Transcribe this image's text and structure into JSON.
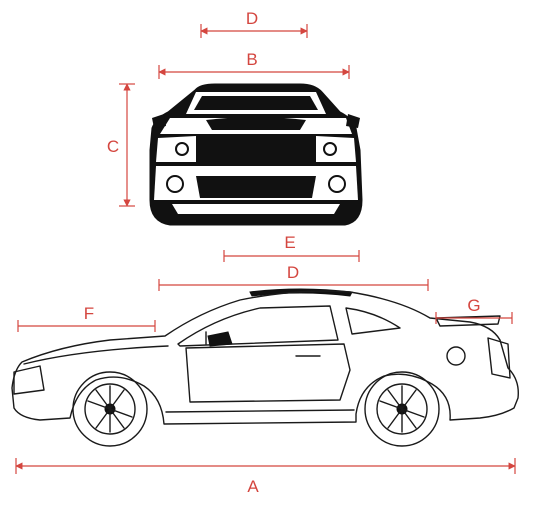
{
  "diagram": {
    "accent_color": "#d4463f",
    "line_color": "#1a1a1a",
    "labels": {
      "front_top_d": "D",
      "front_width_b": "B",
      "front_height_c": "C",
      "front_track_e": "E",
      "side_roof_d": "D",
      "side_hood_f": "F",
      "side_trunk_g": "G",
      "side_length_a": "A"
    }
  }
}
